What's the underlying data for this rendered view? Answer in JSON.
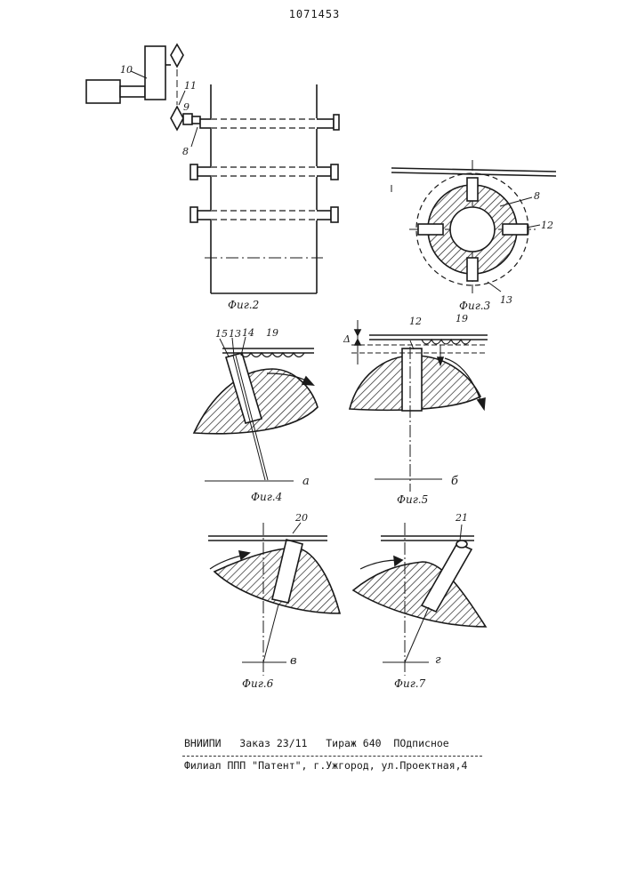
{
  "document": {
    "patent_number": "1071453"
  },
  "figures": {
    "fig2": {
      "caption": "Фиг.2",
      "labels": {
        "n10": "10",
        "n11": "11",
        "n9": "9",
        "n8": "8"
      }
    },
    "fig3": {
      "caption": "Фиг.3",
      "labels": {
        "n8": "8",
        "n12": "12",
        "n13": "13"
      }
    },
    "fig4": {
      "caption": "Фиг.4",
      "letter": "а",
      "labels": {
        "n15": "15",
        "n13": "13",
        "n14": "14",
        "n19": "19"
      }
    },
    "fig5": {
      "caption": "Фиг.5",
      "letter": "б",
      "labels": {
        "n12": "12",
        "n19": "19",
        "delta": "Δ"
      }
    },
    "fig6": {
      "caption": "Фиг.6",
      "letter": "в",
      "labels": {
        "n20": "20"
      }
    },
    "fig7": {
      "caption": "Фиг.7",
      "letter": "г",
      "labels": {
        "n21": "21"
      }
    }
  },
  "footer": {
    "line1": "ВНИИПИ   Заказ 23/11   Тираж 640  ПОдписное",
    "line2": "Филиал ППП \"Патент\", г.Ужгород, ул.Проектная,4"
  }
}
